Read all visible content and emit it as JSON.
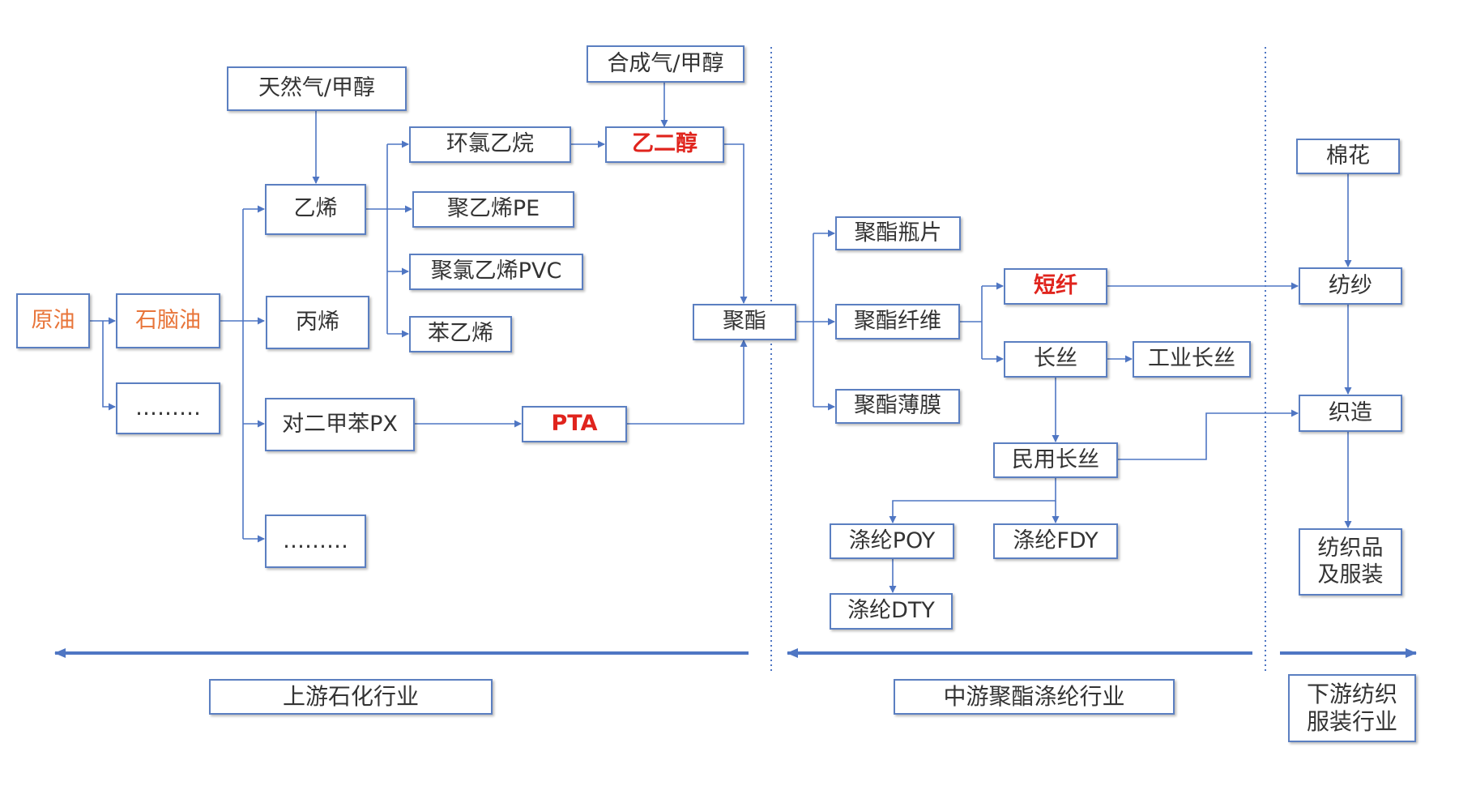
{
  "colors": {
    "line": "#4f76c3",
    "box_border": "#5b7fc1",
    "text": "#333333",
    "orange": "#e8753a",
    "red": "#e0241d"
  },
  "nodes": {
    "crude_oil": "原油",
    "naphtha": "石脑油",
    "dots_1": "………",
    "natural_gas": "天然气/甲醇",
    "syngas": "合成气/甲醇",
    "ethylene": "乙烯",
    "propylene": "丙烯",
    "px": "对二甲苯PX",
    "dots_2": "………",
    "epichlorohydrin": "环氯乙烷",
    "meg": "乙二醇",
    "pe": "聚乙烯PE",
    "pvc": "聚氯乙烯PVC",
    "styrene": "苯乙烯",
    "pta": "PTA",
    "polyester": "聚酯",
    "bottle_chip": "聚酯瓶片",
    "polyester_fiber": "聚酯纤维",
    "polyester_film": "聚酯薄膜",
    "staple_fiber": "短纤",
    "filament": "长丝",
    "industrial_filament": "工业长丝",
    "civil_filament": "民用长丝",
    "poy": "涤纶POY",
    "fdy": "涤纶FDY",
    "dty": "涤纶DTY",
    "cotton": "棉花",
    "spinning": "纺纱",
    "weaving": "织造",
    "textiles_line1": "纺织品",
    "textiles_line2": "及服装"
  },
  "segments": {
    "upstream": "上游石化行业",
    "midstream": "中游聚酯涤纶行业",
    "downstream_line1": "下游纺织",
    "downstream_line2": "服装行业"
  }
}
